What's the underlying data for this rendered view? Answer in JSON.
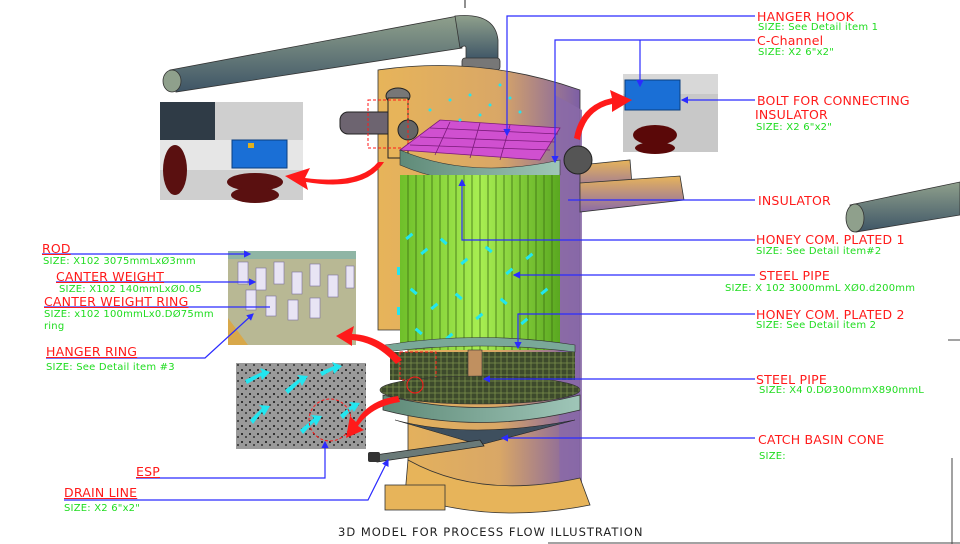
{
  "caption": "3D MODEL FOR PROCESS FLOW ILLUSTRATION",
  "colors": {
    "label_title": "#ff1a1a",
    "label_size": "#1fdc1f",
    "leader_line": "#2b2bff",
    "honeycomb_tubes": "#8fd63a",
    "shell": "#e6b35a",
    "shell_shade": "#8a6aa8",
    "flow_arrows": "#22e6f0",
    "callout_arrows": "#ff1a1a",
    "duct": "#6f8a78"
  },
  "right_labels": [
    {
      "title": "HANGER HOOK",
      "size": "SIZE: See Detail item 1"
    },
    {
      "title": "C-Channel",
      "size": "SIZE: X2 6\"x2\""
    },
    {
      "title": "BOLT FOR CONNECTING",
      "title2": "INSULATOR",
      "size": "SIZE: X2 6\"x2\""
    },
    {
      "title": "INSULATOR",
      "size": ""
    },
    {
      "title": "HONEY COM. PLATED 1",
      "size": "SIZE: See Detail item#2"
    },
    {
      "title": "STEEL PIPE",
      "size": "SIZE: X 102 3000mmL XØ0.d200mm"
    },
    {
      "title": "HONEY COM. PLATED 2",
      "size": "SIZE: See Detail item 2"
    },
    {
      "title": "STEEL PIPE",
      "size": "SIZE: X4 0.DØ300mmX890mmL"
    },
    {
      "title": "CATCH BASIN CONE",
      "size": "SIZE:"
    }
  ],
  "left_labels": [
    {
      "title": "ROD",
      "size": "SIZE: X102 3075mmLxØ3mm"
    },
    {
      "title": "CANTER WEIGHT",
      "size": "SIZE: X102 140mmLxØ0.05"
    },
    {
      "title": "CANTER WEIGHT RING",
      "size": "SIZE: x102 100mmLx0.DØ75mm",
      "size2": "ring"
    },
    {
      "title": "HANGER RING",
      "size": "SIZE: See Detail item #3"
    },
    {
      "title": "ESP",
      "size": ""
    },
    {
      "title": "DRAIN LINE",
      "size": "SIZE: X2 6\"x2\""
    }
  ],
  "detail_views": [
    {
      "name": "insulator-bolt-detail-left"
    },
    {
      "name": "insulator-bolt-detail-right"
    },
    {
      "name": "rod-weight-detail"
    },
    {
      "name": "esp-particle-detail"
    }
  ]
}
